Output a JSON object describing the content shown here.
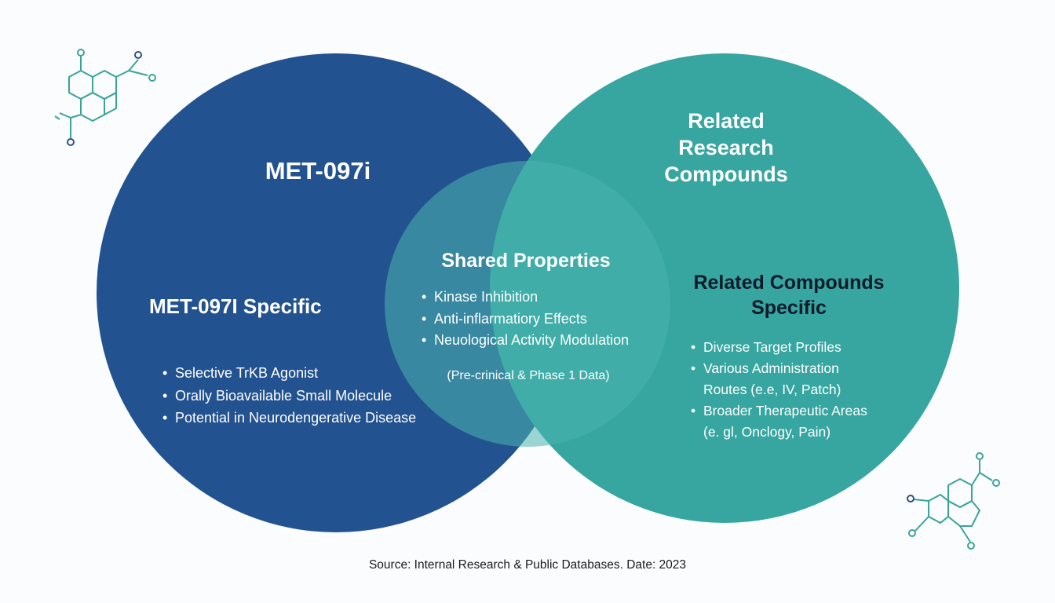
{
  "left_set": {
    "title": "MET-097i",
    "specific_heading": "MET-097I Specific",
    "items": [
      "Selective TrKB Agonist",
      "Orally Bioavailable Small Molecule",
      "Potential in Neurodengerative Disease"
    ],
    "color": "#235290"
  },
  "right_set": {
    "title": "Related\nResearch\nCompounds",
    "specific_heading": "Related Compounds\nSpecific",
    "items": [
      "Diverse Target Profiles",
      "Various Administration\nRoutes (e.e, IV, Patch)",
      "Broader Therapeutic Areas\n(e. gl, Onclogy, Pain)"
    ],
    "color": "#37a5a0"
  },
  "shared": {
    "title": "Shared Properties",
    "items": [
      "Kinase Inhibition",
      "Anti-inflarmatiory Effects",
      "Neuological Activity Modulation"
    ],
    "note": "(Pre-crinical & Phase 1 Data)"
  },
  "source": "Source: Internal Research & Public Databases. Date: 2023",
  "icons": [
    "molecule-icon",
    "molecule-icon"
  ]
}
